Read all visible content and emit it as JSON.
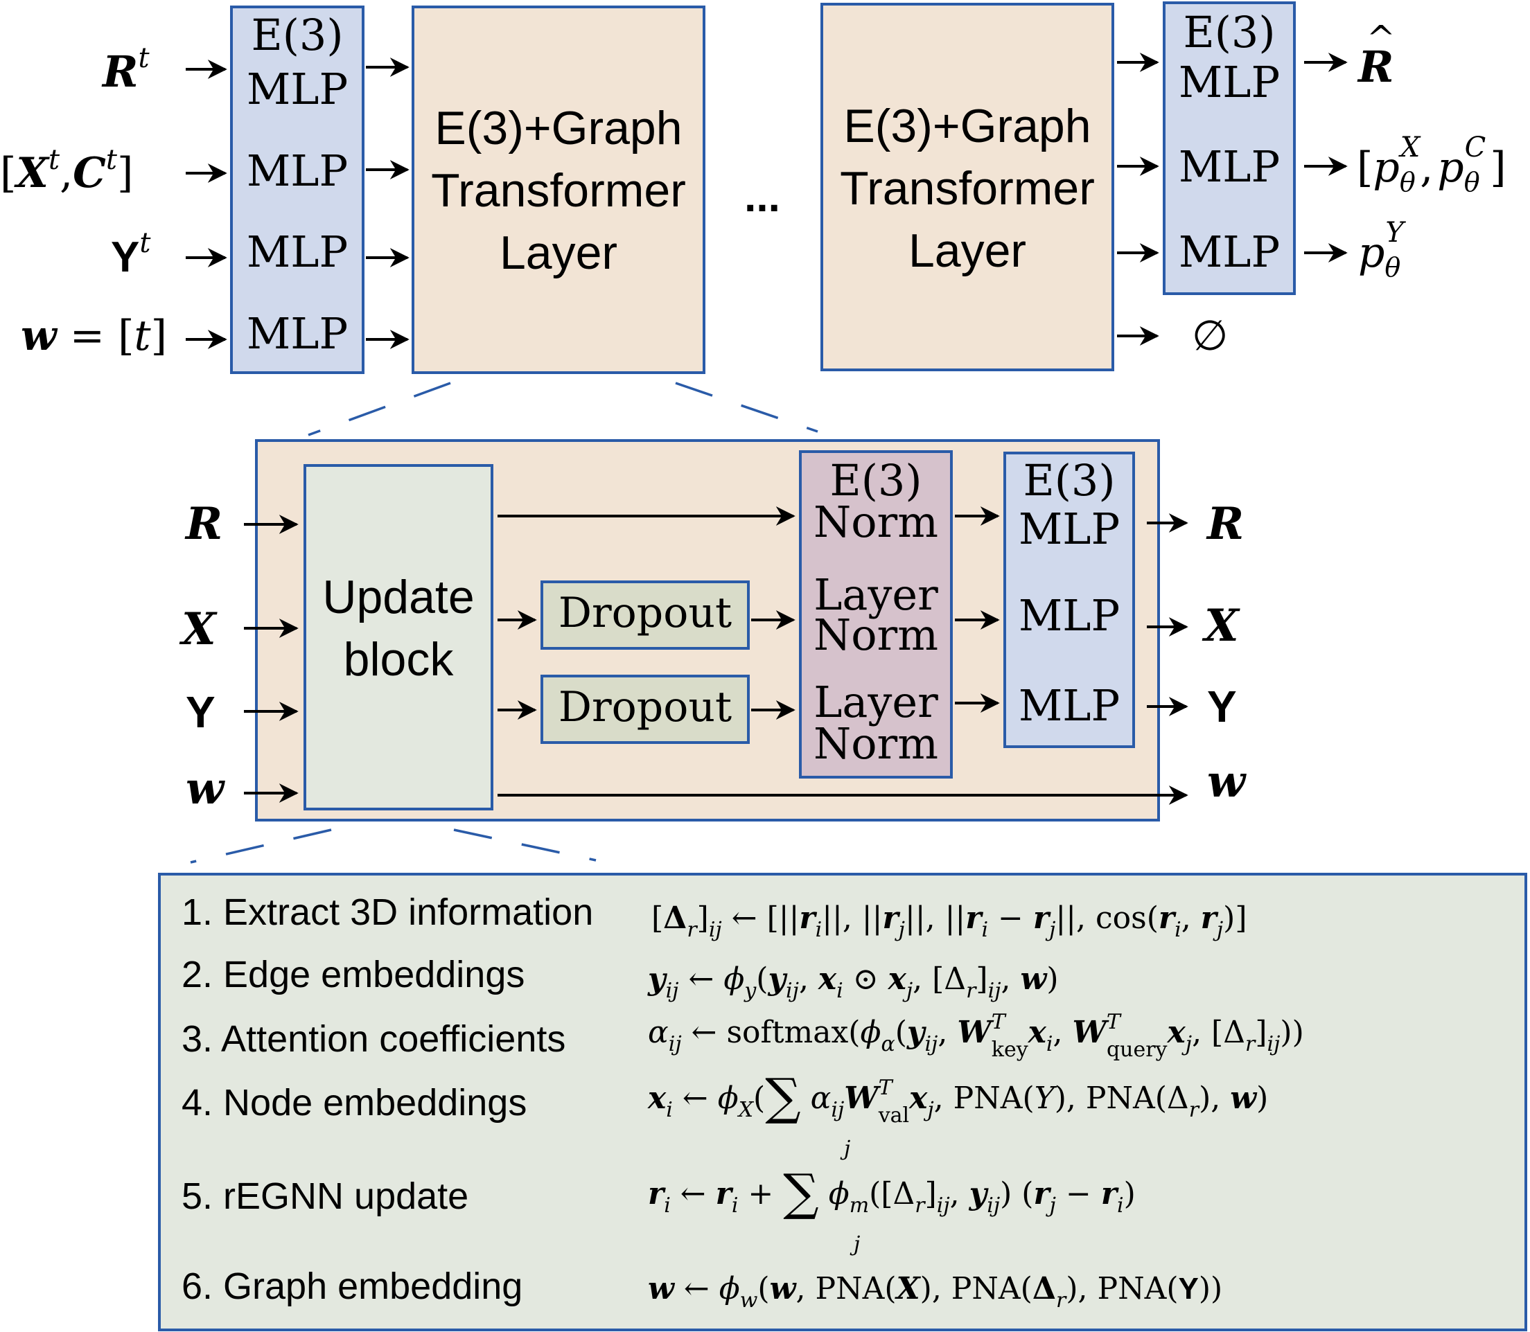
{
  "colors": {
    "blue_fill": "#d0d9ec",
    "stroke": "#2a5ba8",
    "tan_fill": "#f2e4d5",
    "green_fill": "#e3e8df",
    "dropout_fill": "#d9dcc9",
    "norm_fill": "#d6c2cc",
    "dash": "#2a5ba8"
  },
  "top": {
    "inputs": {
      "r_label": "R",
      "r_sup": "t",
      "xc_open": "[",
      "xc_x": "X",
      "xc_sup1": "t",
      "xc_comma": ",",
      "xc_c": "C",
      "xc_sup2": "t",
      "xc_close": "]",
      "y_label": "Y",
      "y_sup": "t",
      "w_label": "w",
      "w_eq": " = [",
      "w_t": "t",
      "w_close": "]"
    },
    "in_block": {
      "title_line1": "E(3)",
      "title_line2": "MLP",
      "mlp": "MLP"
    },
    "transformer_line1": "E(3)+Graph",
    "transformer_line2": "Transformer",
    "transformer_line3": "Layer",
    "ellipsis": "...",
    "out_block": {
      "title_line1": "E(3)",
      "title_line2": "MLP",
      "mlp": "MLP"
    },
    "outputs": {
      "r_hat": "R",
      "hat": "^",
      "p_open": "[",
      "p": "p",
      "theta": "θ",
      "sup_x": "X",
      "comma": ",",
      "sup_c": "C",
      "p_close": "]",
      "sup_y": "Y",
      "empty": "∅"
    }
  },
  "mid": {
    "inputs": {
      "r": "R",
      "x": "X",
      "y": "Y",
      "w": "w"
    },
    "update_line1": "Update",
    "update_line2": "block",
    "dropout": "Dropout",
    "norm_title1": "E(3)",
    "norm_title2": "Norm",
    "layer_norm1": "Layer",
    "layer_norm2": "Norm",
    "mlp_title1": "E(3)",
    "mlp_title2": "MLP",
    "mlp": "MLP",
    "outputs": {
      "r": "R",
      "x": "X",
      "y": "Y",
      "w": "w"
    }
  },
  "steps": [
    {
      "label": "1.  Extract 3D information"
    },
    {
      "label": "2.  Edge embeddings"
    },
    {
      "label": "3.  Attention coefficients"
    },
    {
      "label": "4.  Node embeddings"
    },
    {
      "label": "5.  rEGNN update"
    },
    {
      "label": "6.  Graph embedding"
    }
  ]
}
